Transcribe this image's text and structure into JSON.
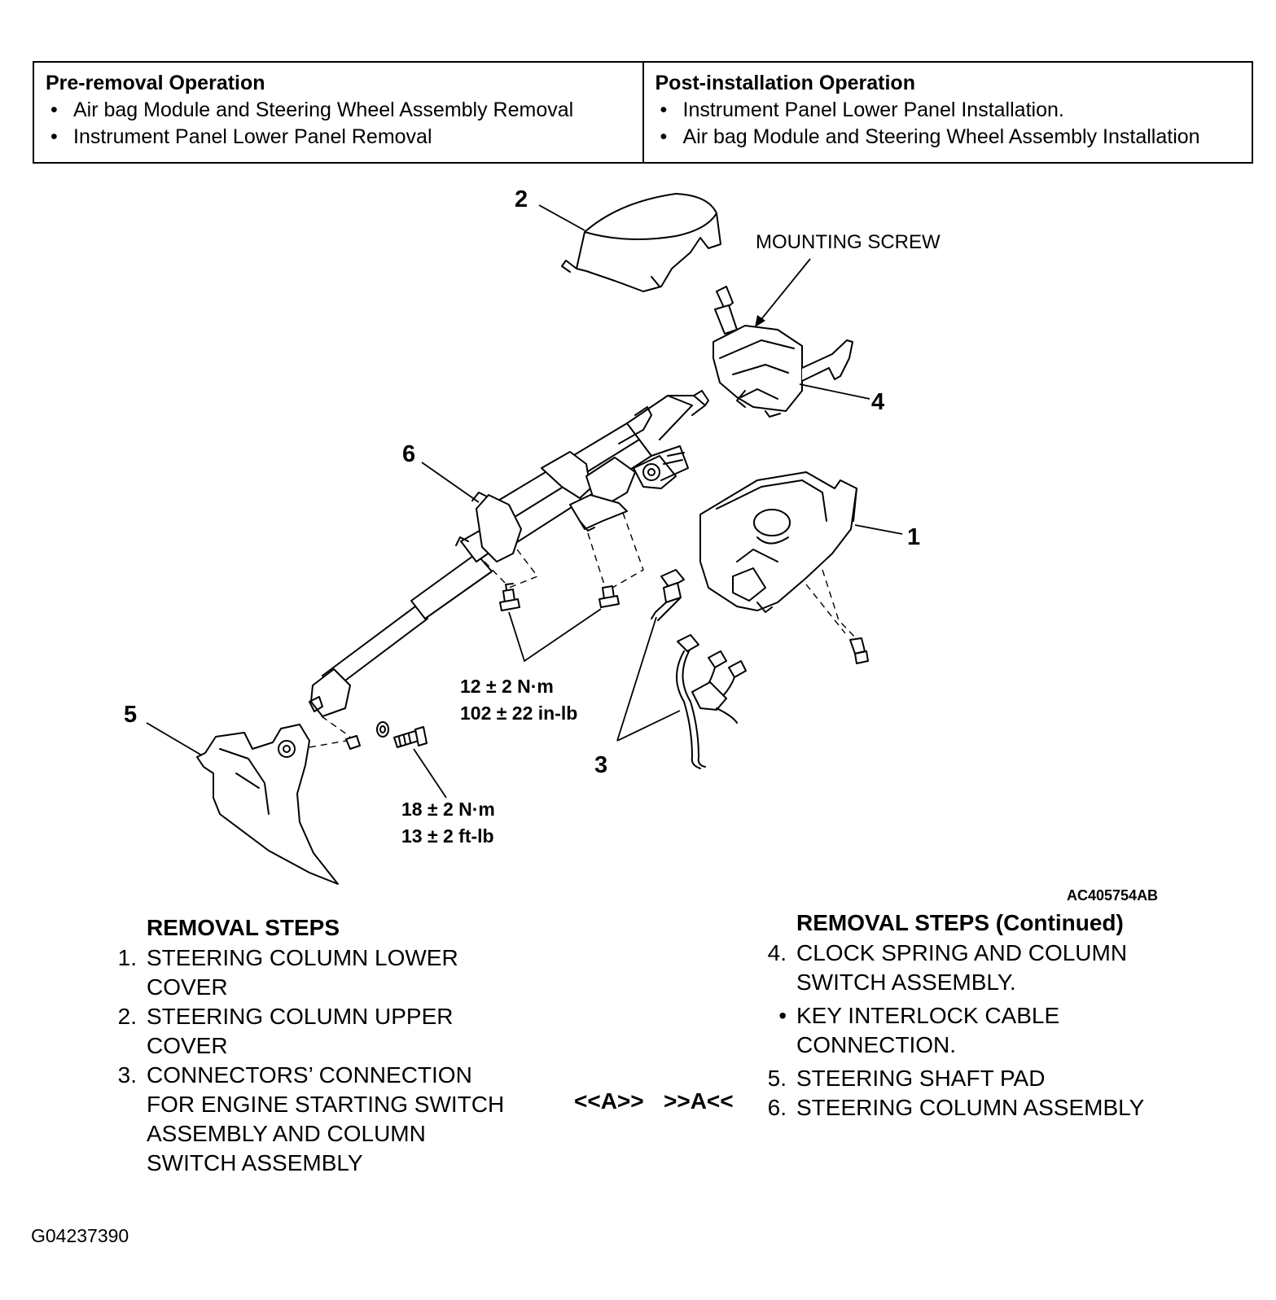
{
  "operations": {
    "pre_removal": {
      "title": "Pre-removal Operation",
      "items": [
        "Air bag Module and Steering Wheel Assembly Removal",
        "Instrument Panel Lower Panel Removal"
      ]
    },
    "post_installation": {
      "title": "Post-installation Operation",
      "items": [
        "Instrument Panel Lower Panel Installation.",
        "Air bag Module and Steering Wheel Assembly Installation"
      ]
    }
  },
  "diagram": {
    "callouts": [
      "1",
      "2",
      "3",
      "4",
      "5",
      "6"
    ],
    "mounting_screw_label": "MOUNTING SCREW",
    "torque_column": [
      "12 ± 2 N·m",
      "102 ± 22 in-lb"
    ],
    "torque_pad": [
      "18 ± 2 N·m",
      "13 ± 2 ft-lb"
    ],
    "figure_code": "AC405754AB"
  },
  "removal_steps": {
    "title": "REMOVAL STEPS",
    "steps": [
      {
        "num": "1.",
        "lines": [
          "STEERING COLUMN LOWER",
          "COVER"
        ]
      },
      {
        "num": "2.",
        "lines": [
          "STEERING COLUMN UPPER",
          "COVER"
        ]
      },
      {
        "num": "3.",
        "lines": [
          "CONNECTORS’ CONNECTION",
          "FOR ENGINE STARTING SWITCH",
          "ASSEMBLY AND COLUMN",
          "SWITCH ASSEMBLY"
        ]
      }
    ]
  },
  "removal_steps_continued": {
    "title": "REMOVAL STEPS (Continued)",
    "steps": [
      {
        "num": "4.",
        "lines": [
          "CLOCK SPRING AND COLUMN",
          "SWITCH ASSEMBLY."
        ]
      },
      {
        "num": "•",
        "lines": [
          "KEY INTERLOCK CABLE",
          "CONNECTION."
        ]
      },
      {
        "num": "5.",
        "lines": [
          "STEERING SHAFT PAD"
        ]
      },
      {
        "num": "6.",
        "lines": [
          "STEERING COLUMN ASSEMBLY"
        ]
      }
    ],
    "step6_refs": {
      "removal": "<<A>>",
      "installation": ">>A<<"
    }
  },
  "document_code": "G04237390"
}
